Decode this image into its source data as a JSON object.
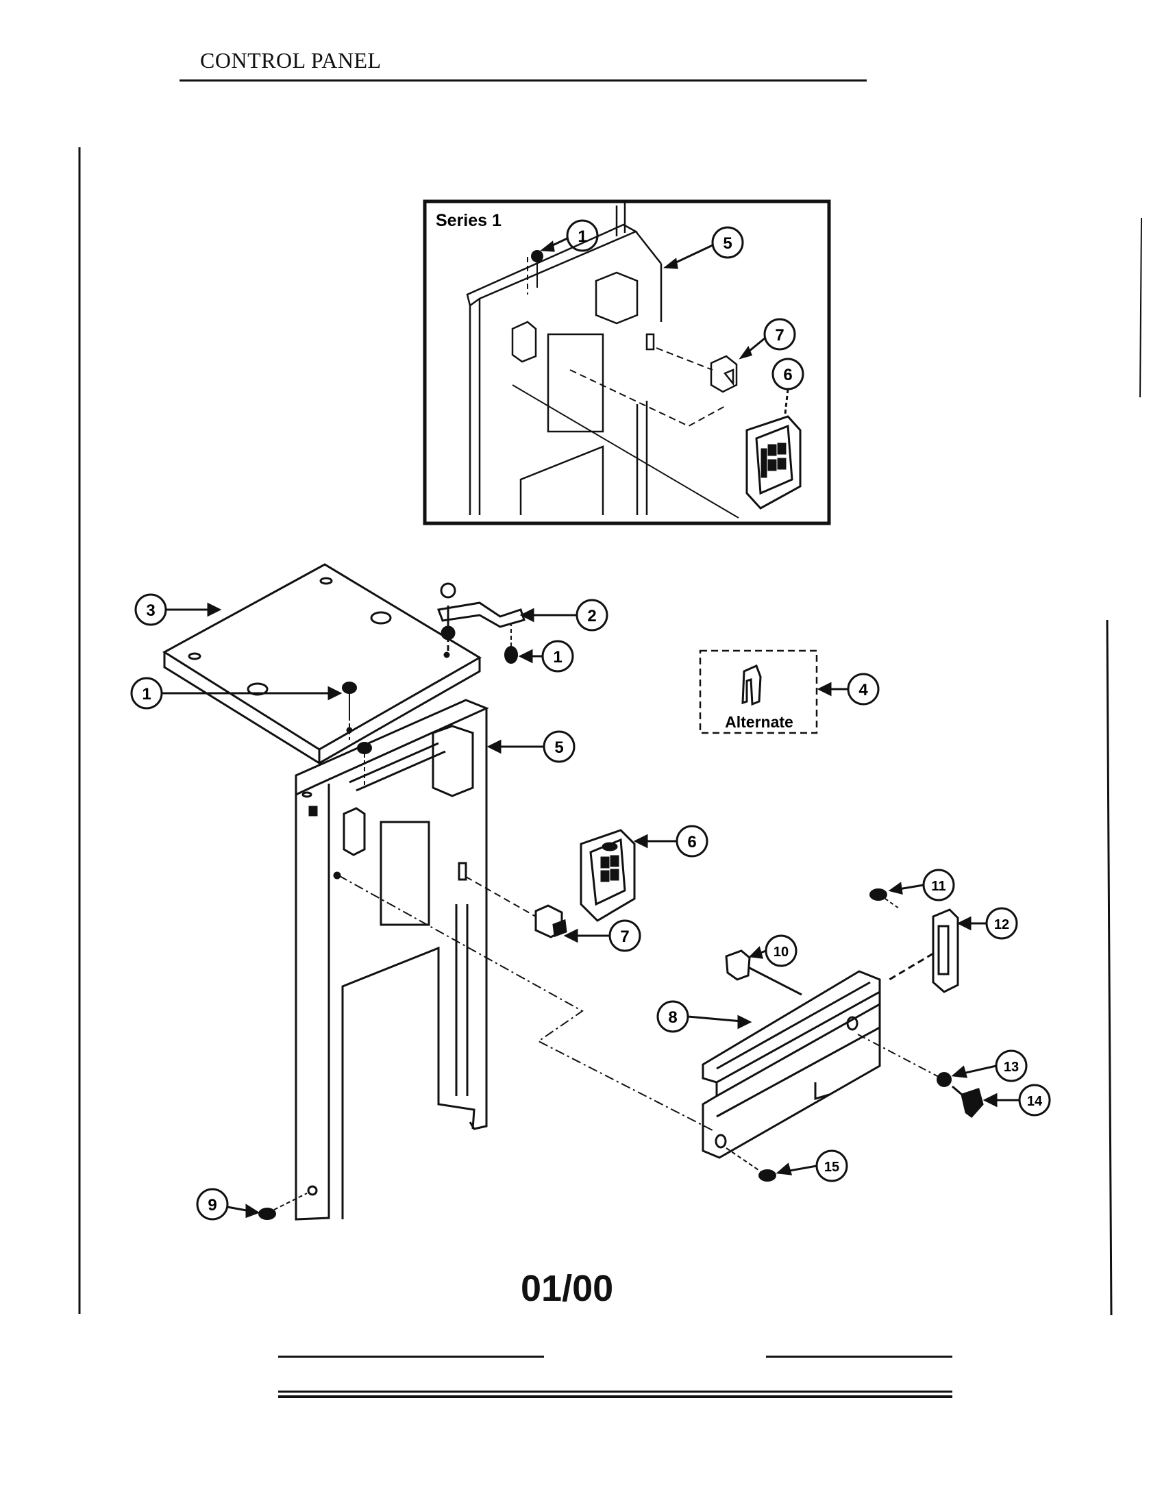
{
  "header": {
    "title": "CONTROL PANEL"
  },
  "inset": {
    "label": "Series 1"
  },
  "alternate": {
    "label": "Alternate"
  },
  "callouts": {
    "c1": "1",
    "c2": "2",
    "c3": "3",
    "c4": "4",
    "c5": "5",
    "c6": "6",
    "c7": "7",
    "c8": "8",
    "c9": "9",
    "c10": "10",
    "c11": "11",
    "c12": "12",
    "c13": "13",
    "c14": "14",
    "c15": "15"
  },
  "footer": {
    "date_code": "01/00"
  }
}
